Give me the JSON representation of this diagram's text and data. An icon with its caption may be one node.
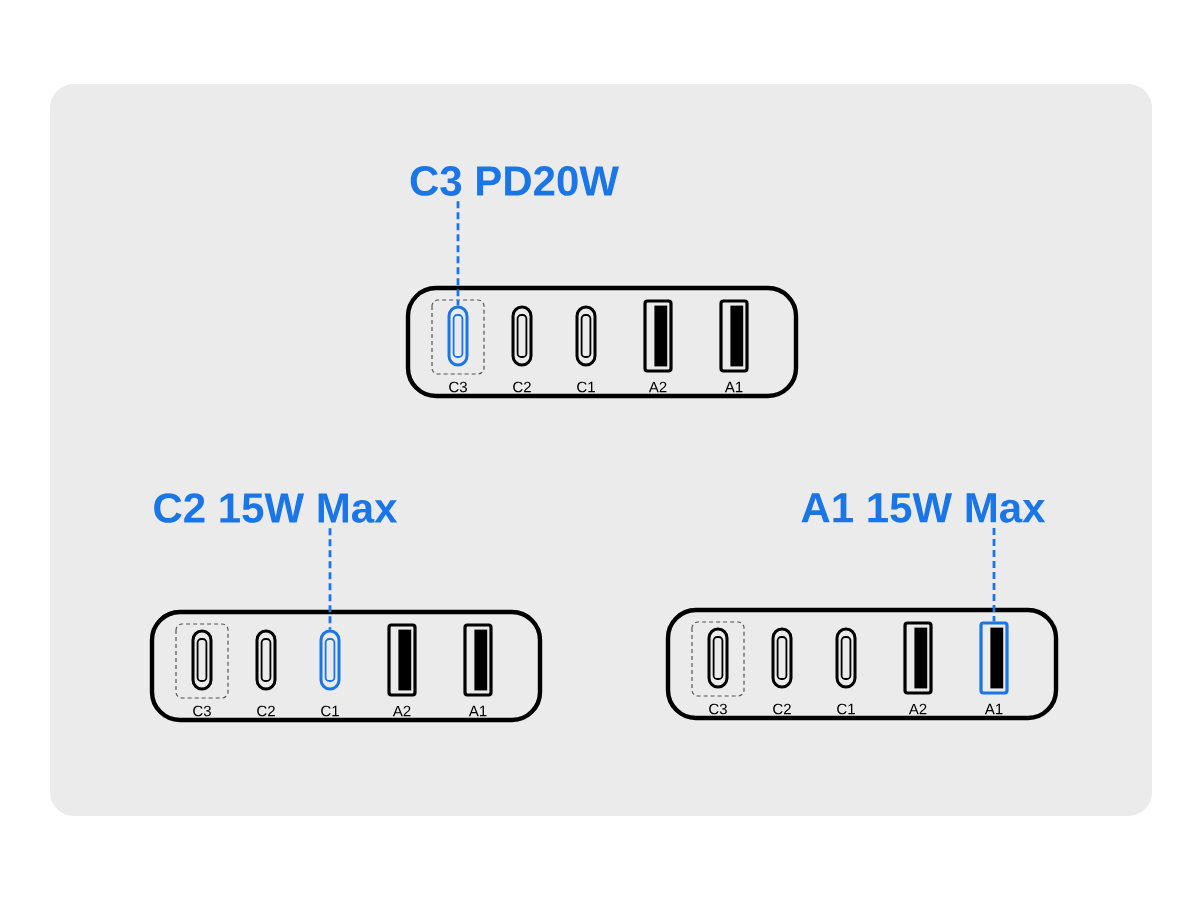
{
  "diagram": {
    "nodes": [
      {
        "text": [
          "C3 PD20W"
        ]
      },
      {
        "text": [],
        "shape": "box"
      },
      {
        "text": [
          "C3"
        ],
        "in": 1
      },
      {
        "text": [
          "C2"
        ],
        "in": 1
      },
      {
        "text": [
          "C1"
        ],
        "in": 1
      },
      {
        "text": [
          "A2"
        ],
        "in": 1
      },
      {
        "text": [
          "A1"
        ],
        "in": 1
      },
      {
        "text": [
          "C2 15W Max"
        ]
      },
      {
        "text": [
          "A1 15W Max"
        ]
      },
      {
        "text": [],
        "shape": "box"
      },
      {
        "text": [
          "C3"
        ],
        "in": 9
      },
      {
        "text": [
          "C2"
        ],
        "in": 9
      },
      {
        "text": [
          "C1"
        ],
        "in": 9
      },
      {
        "text": [
          "A2"
        ],
        "in": 9
      },
      {
        "text": [
          "A1"
        ],
        "in": 9
      },
      {
        "text": [],
        "shape": "box"
      },
      {
        "text": [
          "C3"
        ],
        "in": 15
      },
      {
        "text": [
          "C2"
        ],
        "in": 15
      },
      {
        "text": [
          "C1"
        ],
        "in": 15
      },
      {
        "text": [
          "A2"
        ],
        "in": 15
      },
      {
        "text": [
          "A1"
        ],
        "in": 15
      }
    ],
    "edges": [
      {
        "from": 0,
        "to": 2,
        "arrow": "none",
        "style": "dashed"
      },
      {
        "from": 7,
        "to": 12,
        "arrow": "none",
        "style": "dashed"
      },
      {
        "from": 8,
        "to": 20,
        "arrow": "none",
        "style": "dashed"
      }
    ]
  }
}
